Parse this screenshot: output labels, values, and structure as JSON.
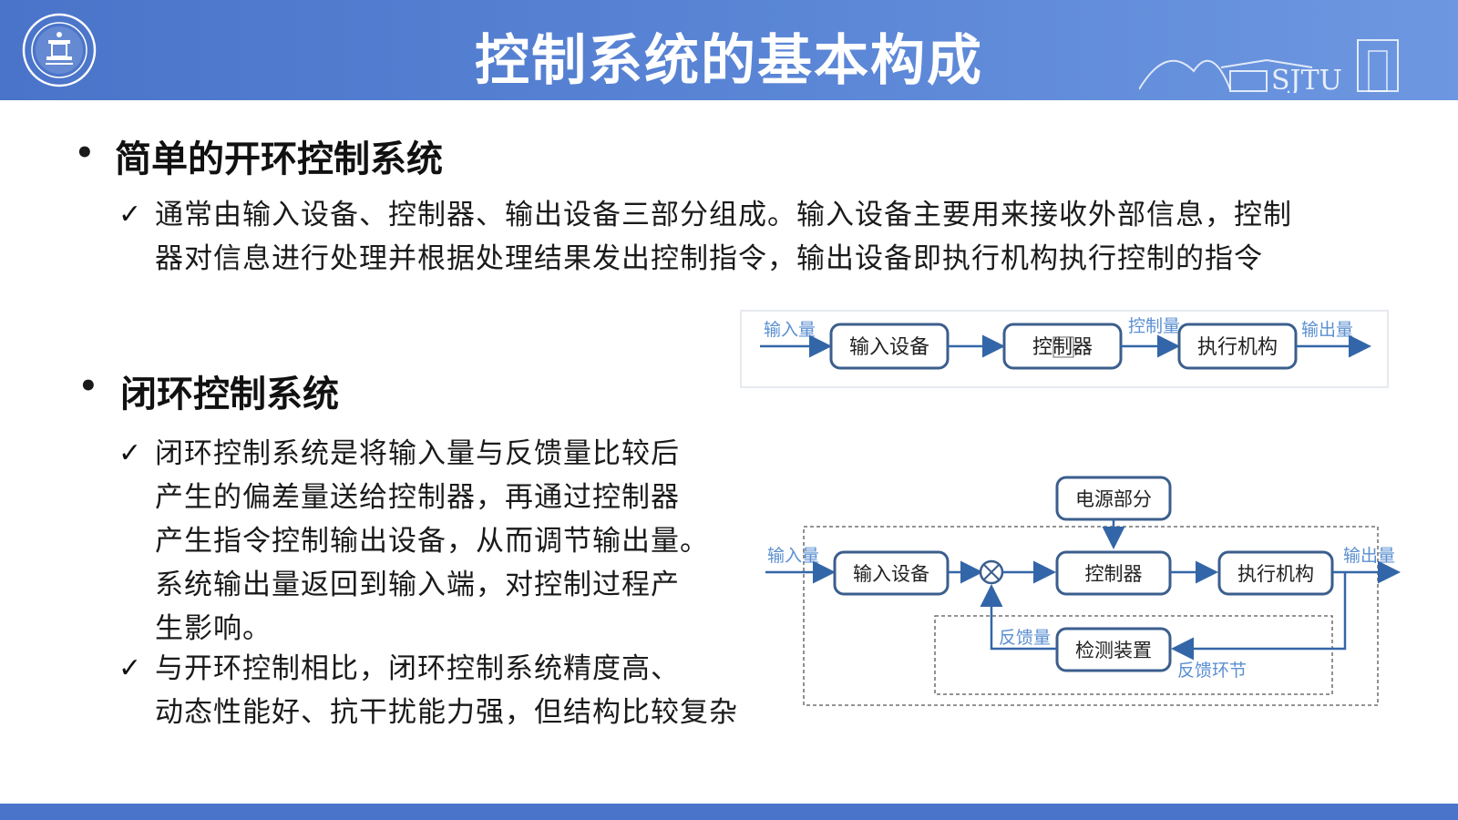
{
  "header": {
    "title": "控制系统的基本构成",
    "logo_text": "SJTU"
  },
  "section_open": {
    "heading": "简单的开环控制系统",
    "items": [
      {
        "lines": [
          "通常由输入设备、控制器、输出设备三部分组成。输入设备主要用来接收外部信息，控制",
          "器对信息进行处理并根据处理结果发出控制指令，输出设备即执行机构执行控制的指令"
        ]
      }
    ]
  },
  "section_closed": {
    "heading": "闭环控制系统",
    "items": [
      {
        "lines": [
          "闭环控制系统是将输入量与反馈量比较后",
          "产生的偏差量送给控制器，再通过控制器",
          "产生指令控制输出设备，从而调节输出量。",
          "系统输出量返回到输入端，对控制过程产",
          "生影响。"
        ]
      },
      {
        "lines": [
          "与开环控制相比，闭环控制系统精度高、",
          "动态性能好、抗干扰能力强，但结构比较复杂"
        ]
      }
    ]
  },
  "diagram_open": {
    "input_label": "输入量",
    "block_input": "输入设备",
    "block_controller": "控制器",
    "control_label": "控制量",
    "block_actuator": "执行机构",
    "output_label": "输出量"
  },
  "diagram_closed": {
    "block_power": "电源部分",
    "input_label": "输入量",
    "block_input": "输入设备",
    "block_controller": "控制器",
    "block_actuator": "执行机构",
    "output_label": "输出量",
    "feedback_label": "反馈量",
    "block_sensor": "检测装置",
    "feedback_loop_label": "反馈环节"
  },
  "colors": {
    "header": "#4a74c9",
    "block_border": "#3b5e8c",
    "arrow": "#3366a8",
    "signal_label": "#5b8fd1"
  }
}
